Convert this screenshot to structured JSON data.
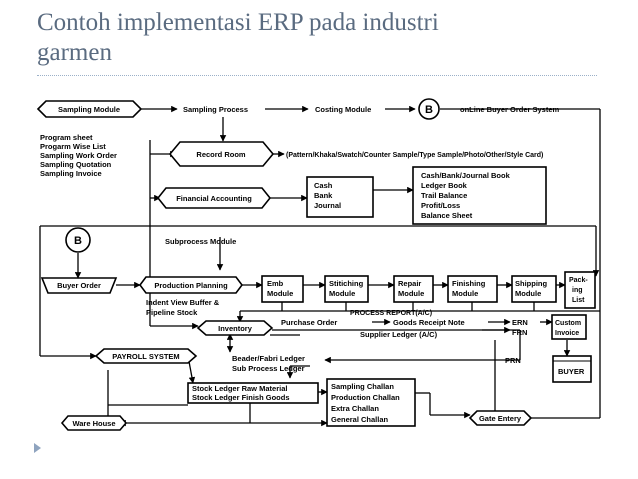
{
  "slide": {
    "title_line1": "Contoh implementasi ERP pada industri",
    "title_line2": "garmen"
  },
  "diagram": {
    "sampling_module": "Sampling Module",
    "sampling_process": "Sampling Process",
    "costing_module": "Costing Module",
    "connector_b": "B",
    "online_buyer_order_system": "onLine Buyer Order System",
    "sampling_docs": [
      "Program sheet",
      "Progarm Wise List",
      "Sampling Work Order",
      "Sampling Quotation",
      "Sampling Invoice"
    ],
    "record_room": "Record Room",
    "record_room_items": "(Pattern/Khaka/Swatch/Counter Sample/Type Sample/Photo/Other/Style Card)",
    "financial_accounting": "Financial Accounting",
    "cash_bank_journal": [
      "Cash",
      "Bank",
      "Journal"
    ],
    "books": [
      "Cash/Bank/Journal Book",
      "Ledger Book",
      "Trail Balance",
      "Profit/Loss",
      "Balance Sheet"
    ],
    "subprocess_module": "Subprocess Module",
    "buyer_order": "Buyer Order",
    "production_planning": "Production Planning",
    "emb_module": [
      "Emb",
      "Module"
    ],
    "stitching_module": [
      "Stitiching",
      "Module"
    ],
    "repair_module": [
      "Repair",
      "Module"
    ],
    "finishing_module": [
      "Finishing",
      "Module"
    ],
    "shipping_module": [
      "Shipping",
      "Module"
    ],
    "packing_list": [
      "Pack-",
      "ing",
      "List"
    ],
    "indent_view": [
      "Indent View Buffer &",
      "Pipeline Stock"
    ],
    "process_report": "PROCESS REPORT(A/C)",
    "inventory": "Inventory",
    "purchase_order": "Purchase Order",
    "goods_receipt_note": "Goods Receipt Note",
    "supplier_ledger": "Supplier Ledger (A/C)",
    "ern": "ERN",
    "frn": "FRN",
    "custom_invoice": [
      "Custom",
      "Invoice"
    ],
    "payroll_system": "PAYROLL SYSTEM",
    "beader_fabri_ledger": "Beader/Fabri Ledger",
    "sub_process_ledger": "Sub Process Ledger",
    "prn": "PRN",
    "buyer": "BUYER",
    "stock_ledger": [
      "Stock Ledger Raw Material",
      "Stock Ledger Finish Goods"
    ],
    "challans": [
      "Sampling Challan",
      "Production Challan",
      "Extra Challan",
      "General Challan"
    ],
    "gate_entry": "Gate Entery",
    "ware_house": "Ware House"
  }
}
